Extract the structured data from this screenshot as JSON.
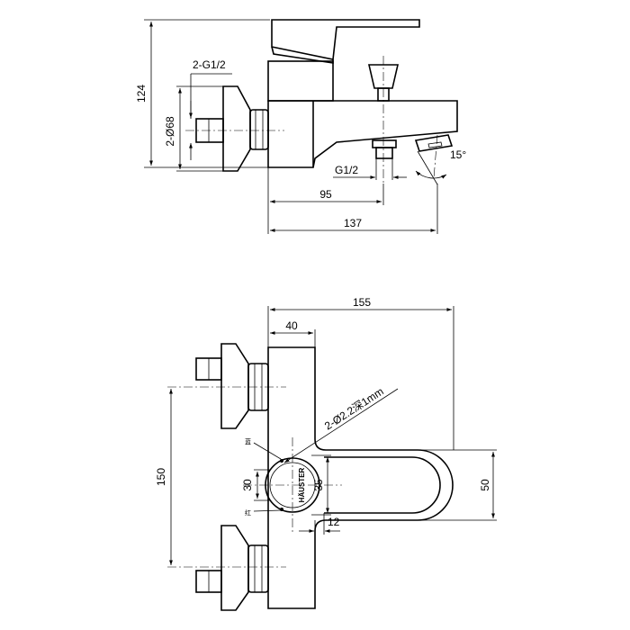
{
  "side_view": {
    "dim_height": "124",
    "dim_thread_inlets": "2-G1/2",
    "dim_diameter": "2-Ø68",
    "dim_spout_thread": "G1/2",
    "dim_angle": "15°",
    "dim_depth_spout": "95",
    "dim_depth_total": "137"
  },
  "front_view": {
    "dim_total_width": "155",
    "dim_body_width": "40",
    "dim_holes": "2-Ø2.2深1mm",
    "dim_inlet_spacing": "150",
    "dim_knob_inner": "30",
    "dim_knob_outer": "35",
    "dim_handle_height": "50",
    "dim_gap": "12",
    "label_blue": "蓝",
    "label_red": "红",
    "brand_text": "HÄUSTER"
  }
}
